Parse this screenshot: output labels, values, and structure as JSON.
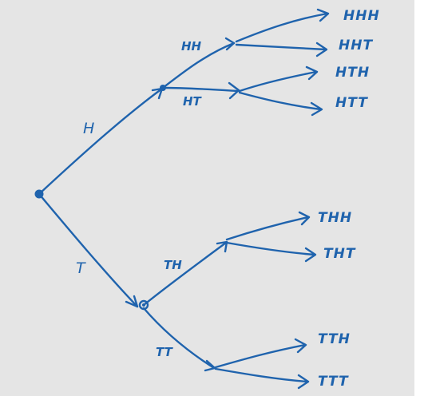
{
  "diagram": {
    "branches": {
      "upper": "H",
      "lower": "T"
    },
    "level2": {
      "hh": "HH",
      "ht": "HT",
      "th": "TH",
      "tt": "TT"
    },
    "outcomes": {
      "hhh": "HHH",
      "hht": "HHT",
      "hth": "HTH",
      "htt": "HTT",
      "thh": "THH",
      "tht": "THT",
      "tth": "TTH",
      "ttt": "TTT"
    },
    "ink_color": "#1f63ad",
    "background_color": "#e5e5e5"
  }
}
